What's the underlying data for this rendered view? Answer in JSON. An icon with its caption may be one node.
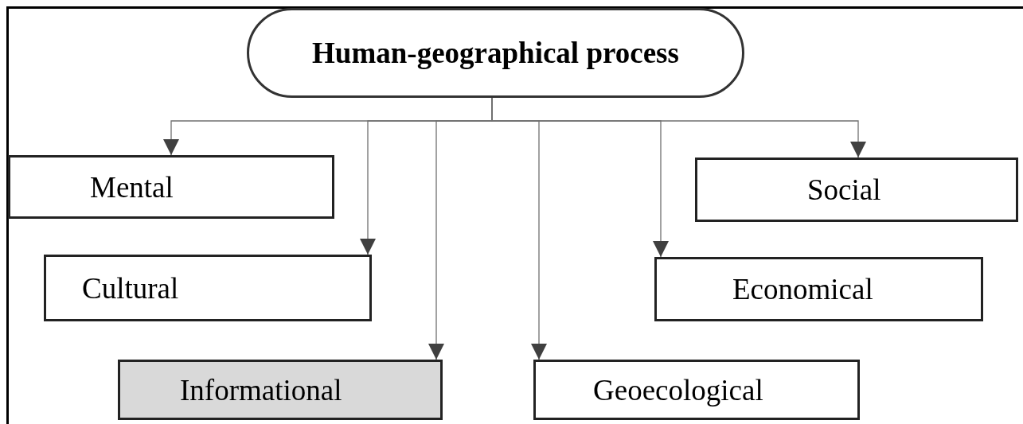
{
  "diagram": {
    "nodes": [
      {
        "text": [
          "Human-geographical process"
        ]
      },
      {
        "text": [
          "Mental"
        ]
      },
      {
        "text": [
          "Social"
        ]
      },
      {
        "text": [
          "Cultural"
        ]
      },
      {
        "text": [
          "Economical"
        ]
      },
      {
        "text": [
          "Informational"
        ]
      },
      {
        "text": [
          "Geoecological"
        ]
      }
    ],
    "edges": [
      {
        "from": 0,
        "to": 1,
        "arrow": "to"
      },
      {
        "from": 0,
        "to": 2,
        "arrow": "to"
      },
      {
        "from": 0,
        "to": 3,
        "arrow": "to"
      },
      {
        "from": 0,
        "to": 4,
        "arrow": "to"
      },
      {
        "from": 0,
        "to": 5,
        "arrow": "to"
      },
      {
        "from": 0,
        "to": 6,
        "arrow": "to"
      }
    ]
  }
}
